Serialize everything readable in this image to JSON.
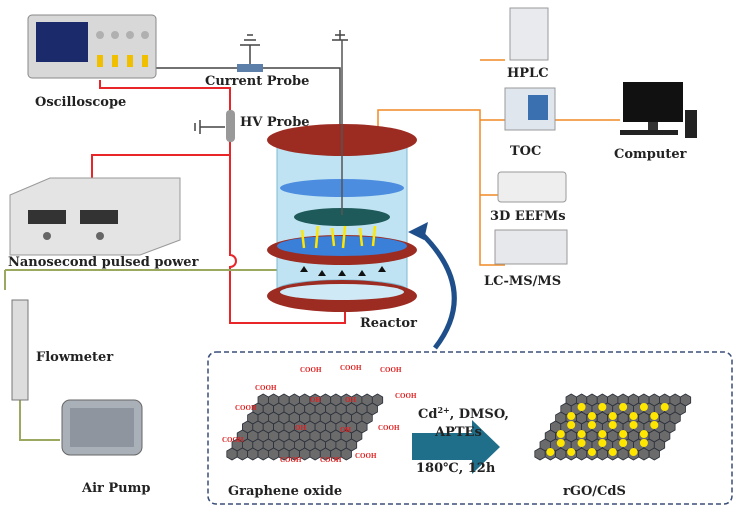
{
  "labels": {
    "oscilloscope": "Oscilloscope",
    "current_probe": "Current Probe",
    "hv_probe": "HV Probe",
    "pulsed_power": "Nanosecond pulsed power",
    "flowmeter": "Flowmeter",
    "air_pump": "Air Pump",
    "reactor": "Reactor",
    "hplc": "HPLC",
    "toc": "TOC",
    "eefms": "3D EEFMs",
    "lcms": "LC-MS/MS",
    "computer": "Computer",
    "graphene_oxide": "Graphene oxide",
    "rgo_cds": "rGO/CdS"
  },
  "synthesis": {
    "reagents_line1_base": "Cd",
    "reagents_line1_sup": "2+",
    "reagents_line1_rest": ", DMSO,",
    "reagents_line2": "APTEs",
    "conditions": "180℃, 12h",
    "group_cooh": "COOH",
    "group_oh": "OH"
  },
  "colors": {
    "hv_wire": "#e8262a",
    "signal_wire": "#f08a24",
    "gas_line": "#9aa860",
    "electrode": "#9c2b22",
    "water": "#bfe3f2",
    "arrow": "#1f6f8b",
    "cds": "#ffe600",
    "graphene": "#6b6b6b"
  }
}
